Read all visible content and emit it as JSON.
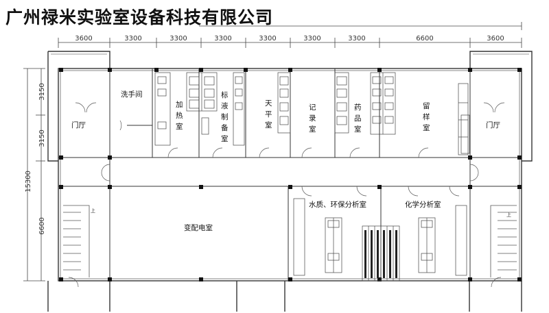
{
  "header": {
    "company": "广州禄米实验室设备科技有限公司"
  },
  "dimensions": {
    "top": [
      "3600",
      "3300",
      "3300",
      "3300",
      "3300",
      "3300",
      "3300",
      "6600",
      "3600"
    ],
    "left_total": "15300",
    "left": [
      "3150",
      "3150",
      "6600"
    ]
  },
  "rooms": {
    "wash": "洗手间",
    "heat_col": [
      "加",
      "热",
      "室"
    ],
    "std_col": [
      "标",
      "液",
      "制",
      "备",
      "室"
    ],
    "balance_col": [
      "天",
      "平",
      "室"
    ],
    "record_col": [
      "记",
      "录",
      "室"
    ],
    "drug_col": [
      "药",
      "品",
      "室"
    ],
    "sample_col": [
      "留",
      "样",
      "室"
    ],
    "lobby_left": "门厅",
    "lobby_right": "门厅",
    "substation": "变配电室",
    "water": "水质、环保分析室",
    "chem": "化学分析室",
    "stair_up": "上"
  }
}
